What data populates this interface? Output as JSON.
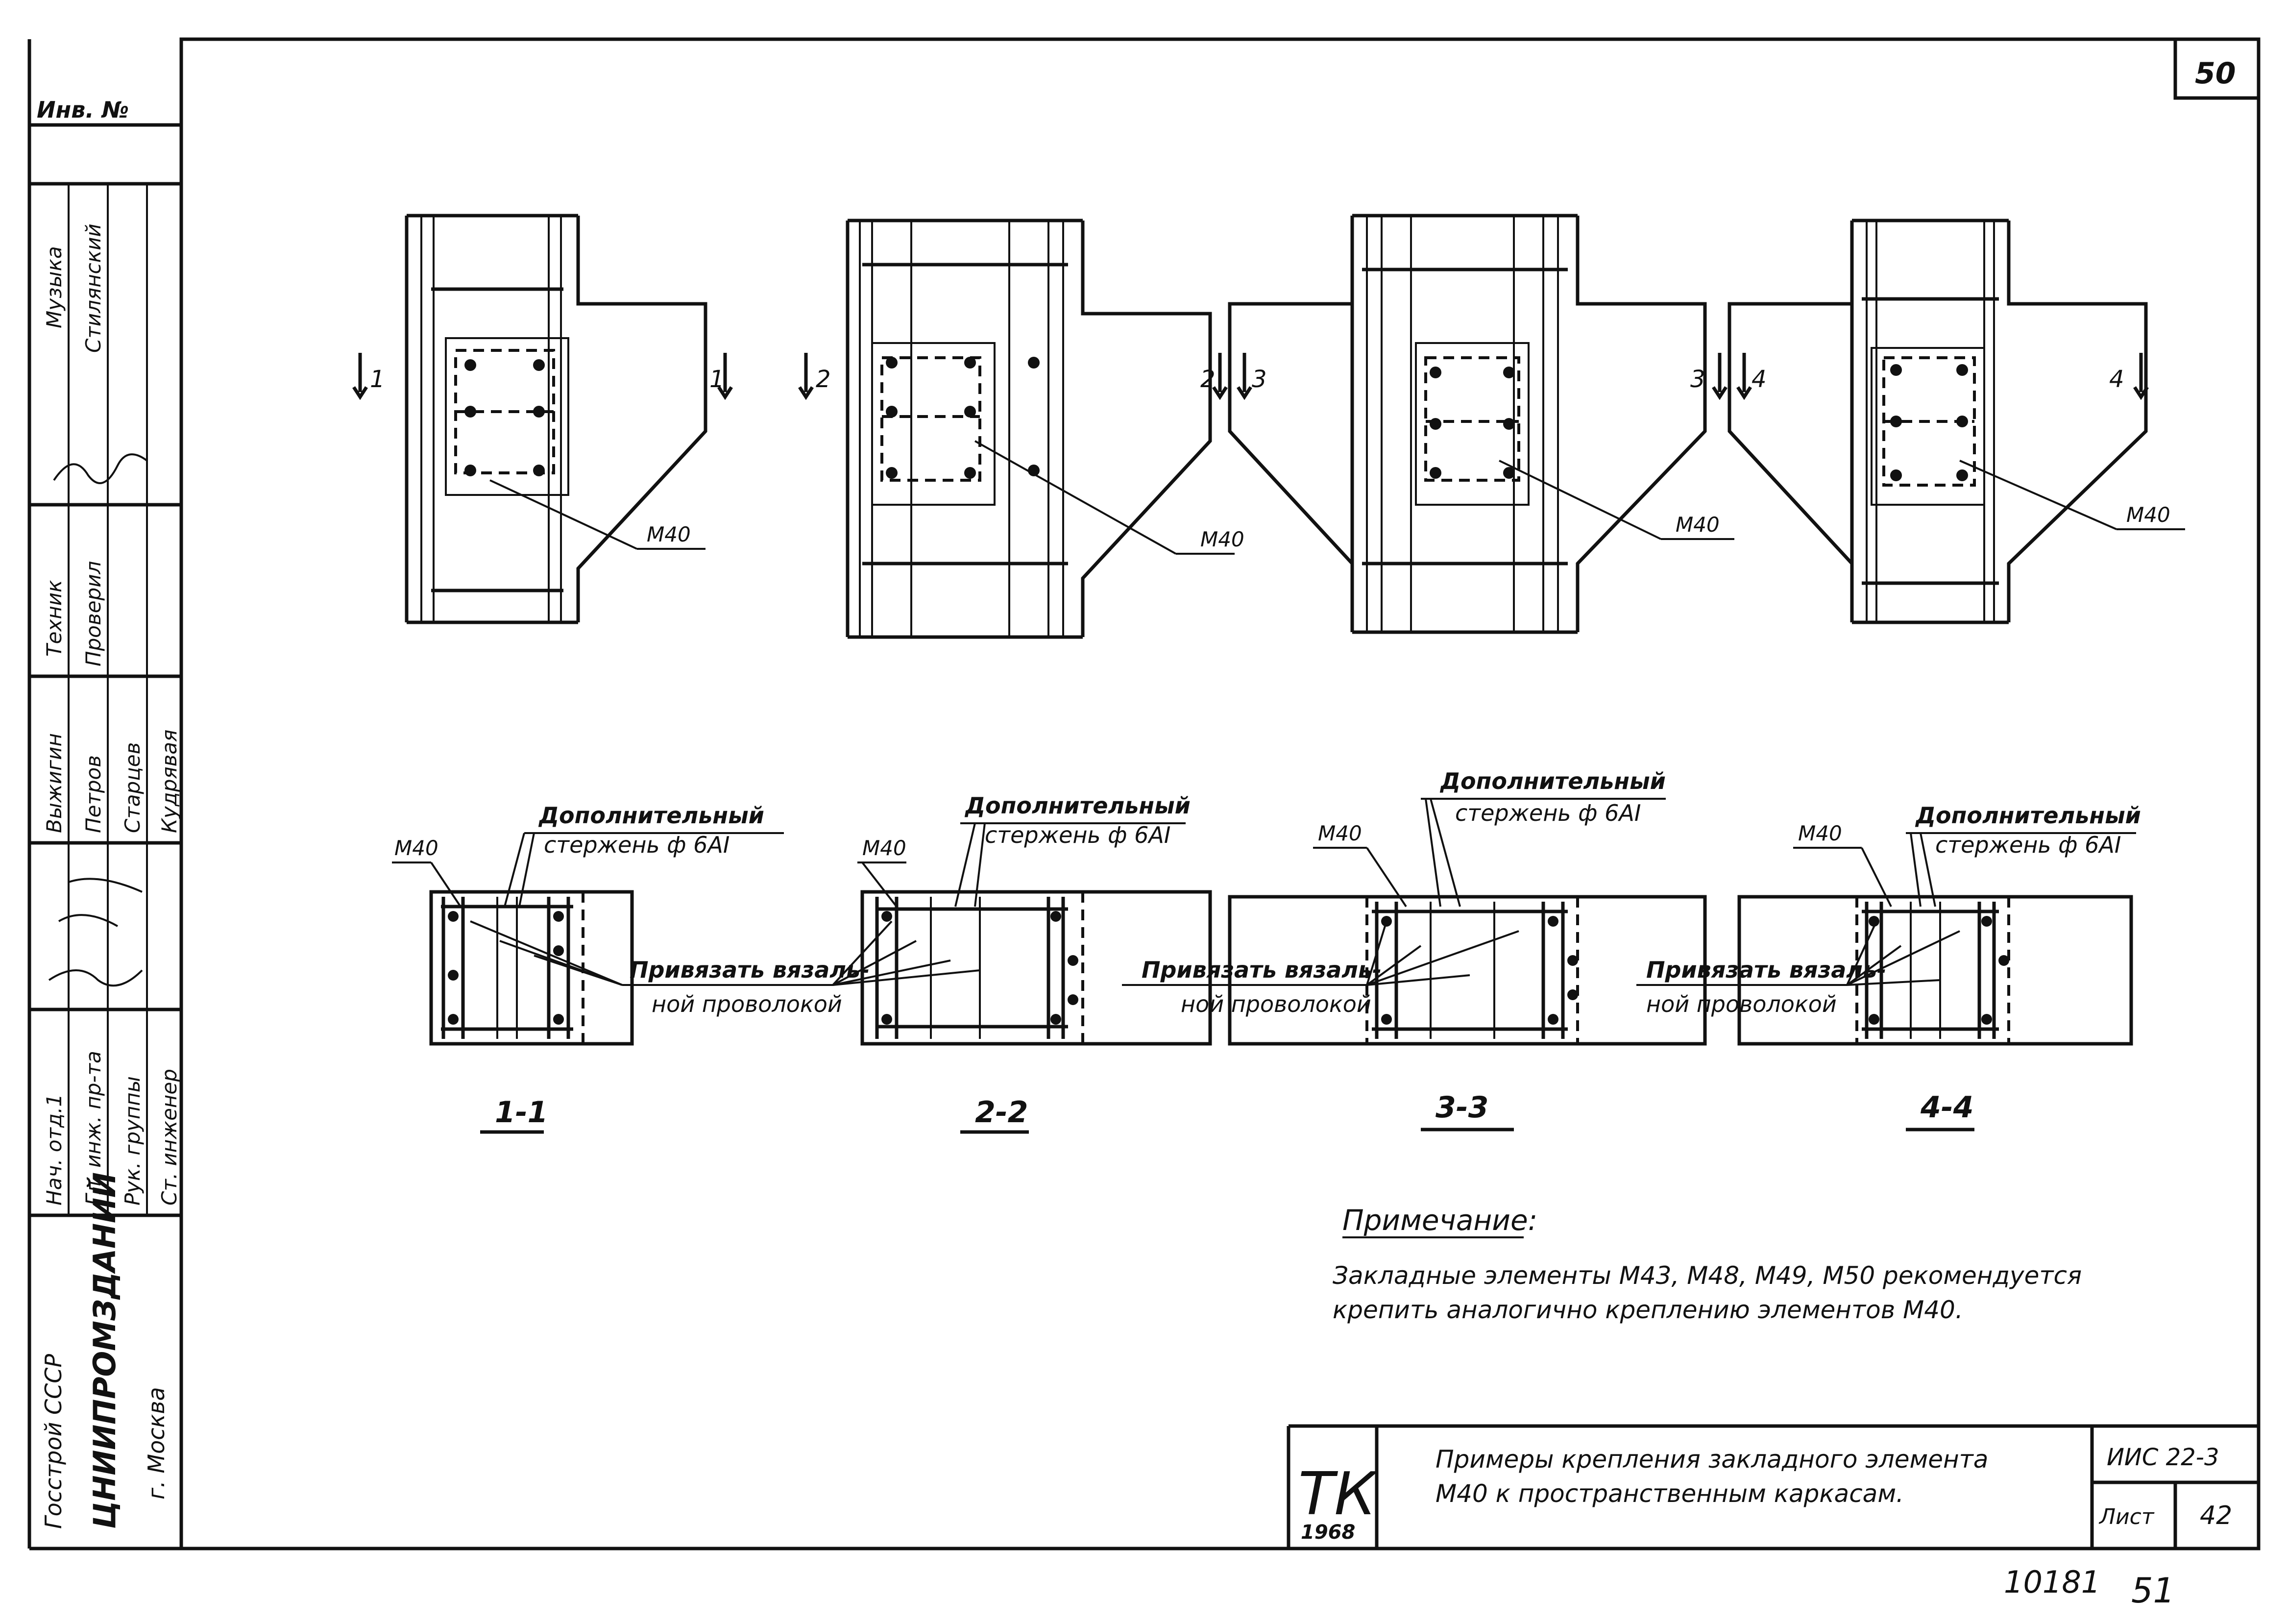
{
  "sheet_corner_number": "50",
  "sidebar": {
    "inv_label": "Инв. №",
    "cells": [
      [
        "Музыка",
        "Стилянский"
      ],
      [
        "Техник",
        "Проверил"
      ],
      [
        "Выжигин",
        "Петров",
        "Старцев",
        "Кудрявая"
      ],
      [
        "Нач. отд.1",
        "Гл. инж. пр-та",
        "Рук. группы",
        "Ст. инженер"
      ]
    ],
    "org": [
      "Госстрой СССР",
      "ЦНИИПРОМЗДАНИЙ",
      "г. Москва"
    ]
  },
  "sections": [
    {
      "mark": "1",
      "label": "1-1",
      "element": "М40"
    },
    {
      "mark": "2",
      "label": "2-2",
      "element": "М40"
    },
    {
      "mark": "3",
      "label": "3-3",
      "element": "М40"
    },
    {
      "mark": "4",
      "label": "4-4",
      "element": "М40"
    }
  ],
  "callouts": {
    "extra_bar_line1": "Дополнительный",
    "extra_bar_line2": "стержень ф 6АI",
    "tie_line1": "Привязать вязаль-",
    "tie_line2": "ной проволокой"
  },
  "note": {
    "title": "Примечание:",
    "line1": "Закладные элементы М43, М48, М49, М50 рекомендуется",
    "line2": "крепить аналогично креплению элементов М40."
  },
  "title_block": {
    "logo_big": "ТК",
    "logo_year": "1968",
    "title_line1": "Примеры крепления закладного элемента",
    "title_line2": "М40 к пространственным каркасам.",
    "series": "ИИС 22-3",
    "sheet_label": "Лист",
    "sheet_number": "42"
  },
  "footer": {
    "doc_number": "10181",
    "page": "51"
  }
}
